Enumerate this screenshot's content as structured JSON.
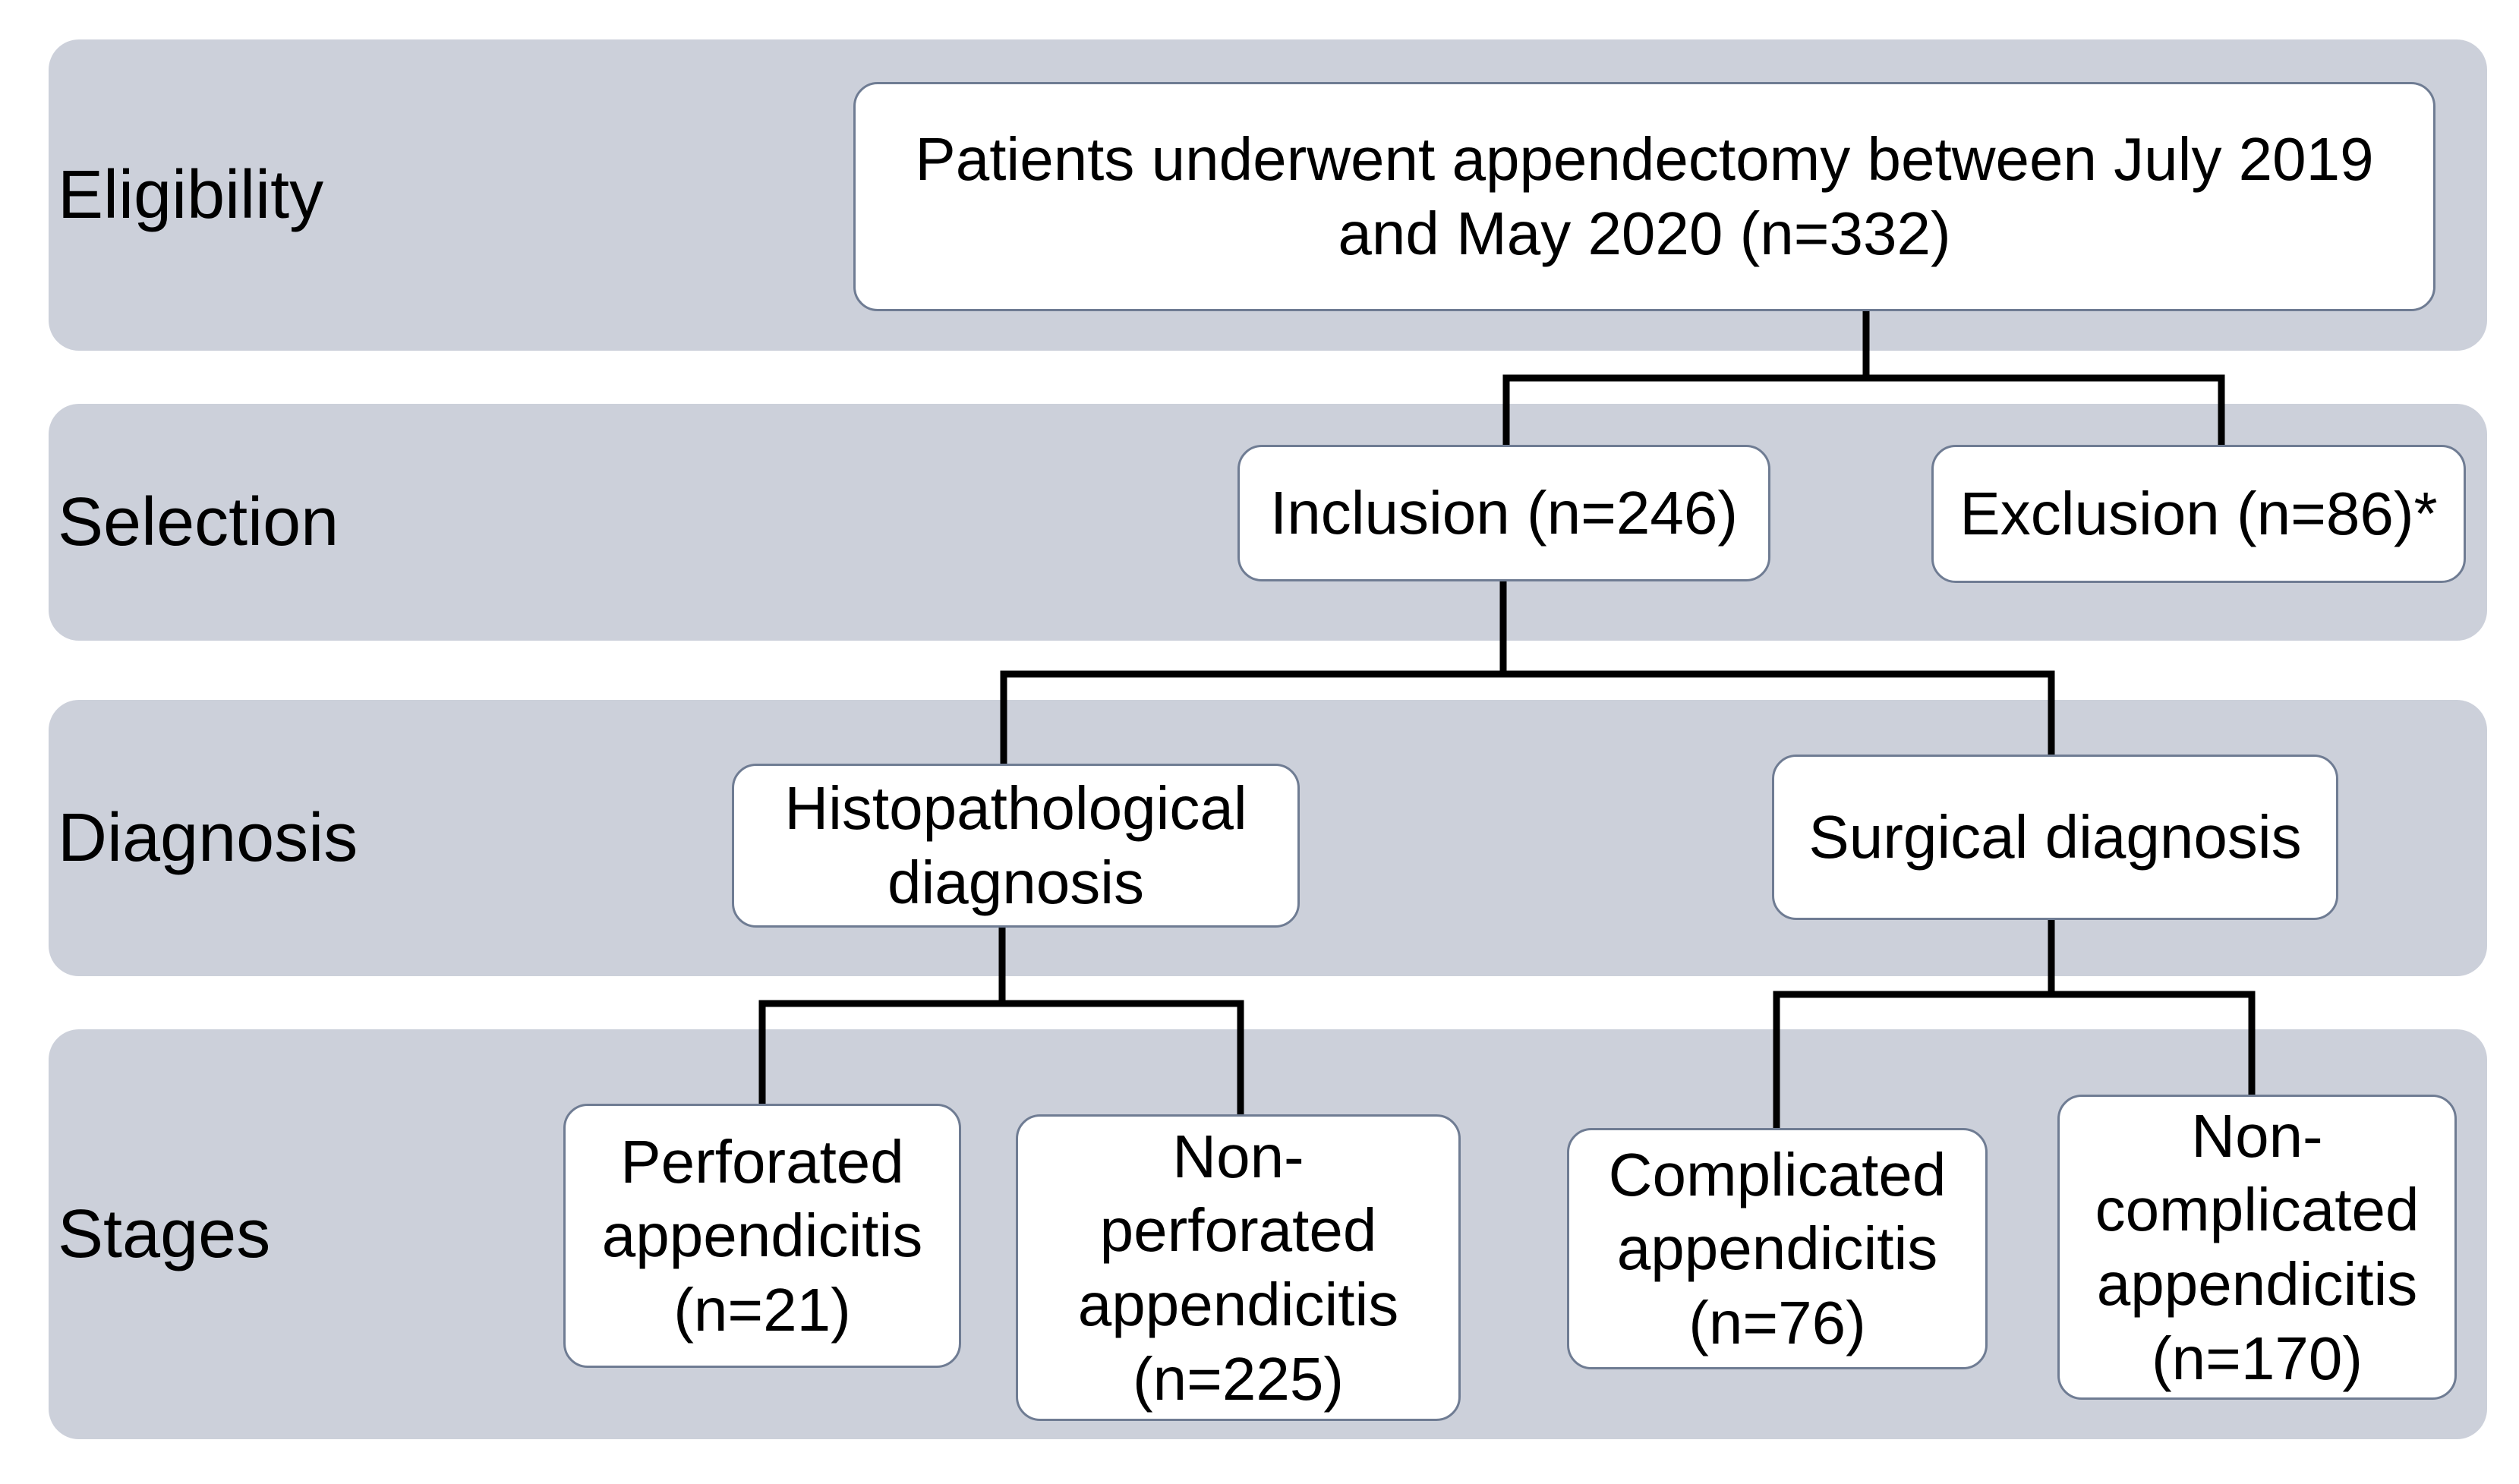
{
  "bands": {
    "eligibility": "Eligibility",
    "selection": "Selection",
    "diagnosis": "Diagnosis",
    "stages": "Stages"
  },
  "boxes": {
    "patients": "Patients underwent appendectomy between July 2019\nand May 2020 (n=332)",
    "inclusion": "Inclusion (n=246)",
    "exclusion": "Exclusion (n=86)*",
    "histopathological": "Histopathological\ndiagnosis",
    "surgical": "Surgical diagnosis",
    "perforated": "Perforated\nappendicitis\n(n=21)",
    "non_perforated": "Non-\nperforated\nappendicitis\n(n=225)",
    "complicated": "Complicated\nappendicitis\n(n=76)",
    "non_complicated": "Non-\ncomplicated\nappendicitis\n(n=170)"
  },
  "colors": {
    "band_fill": "#ccd0da",
    "box_border": "#6f7c93",
    "connector": "#000000"
  }
}
